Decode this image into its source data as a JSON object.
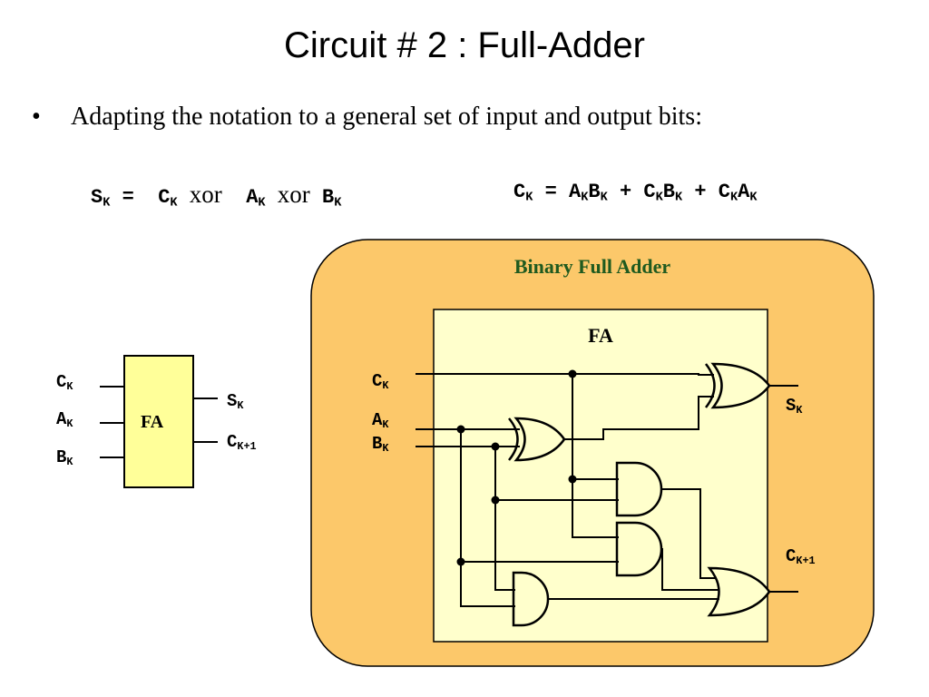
{
  "title": "Circuit # 2 : Full-Adder",
  "bullet": {
    "symbol": "•",
    "text": "Adapting the notation to a general set of input and output bits:"
  },
  "sum_equation": {
    "lhs": "S",
    "lhs_sub": "K",
    "equals": "=",
    "t1": "C",
    "t1_sub": "K",
    "op1": "xor",
    "t2": "A",
    "t2_sub": "K",
    "op2": "xor",
    "t3": "B",
    "t3_sub": "K"
  },
  "carry_equation": {
    "lhs": "C",
    "lhs_sub": "K",
    "equals": "=",
    "p1a": "A",
    "p1a_sub": "K",
    "p1b": "B",
    "p1b_sub": "K",
    "plus1": "+",
    "p2a": "C",
    "p2a_sub": "K",
    "p2b": "B",
    "p2b_sub": "K",
    "plus2": "+",
    "p3a": "C",
    "p3a_sub": "K",
    "p3b": "A",
    "p3b_sub": "K"
  },
  "small_block": {
    "label": "FA",
    "fill": "#ffff99",
    "inputs": [
      {
        "name": "C",
        "sub": "K"
      },
      {
        "name": "A",
        "sub": "K"
      },
      {
        "name": "B",
        "sub": "K"
      }
    ],
    "outputs": [
      {
        "name": "S",
        "sub": "K"
      },
      {
        "name": "C",
        "sub": "K+1"
      }
    ]
  },
  "panel": {
    "title": "Binary Full Adder",
    "fill": "#fcc86a",
    "title_color": "#1f5a1f",
    "inner_label": "FA",
    "inner_fill": "#ffffcc",
    "inputs": [
      {
        "name": "C",
        "sub": "K"
      },
      {
        "name": "A",
        "sub": "K"
      },
      {
        "name": "B",
        "sub": "K"
      }
    ],
    "outputs": [
      {
        "name": "S",
        "sub": "K"
      },
      {
        "name": "C",
        "sub": "K+1"
      }
    ]
  }
}
